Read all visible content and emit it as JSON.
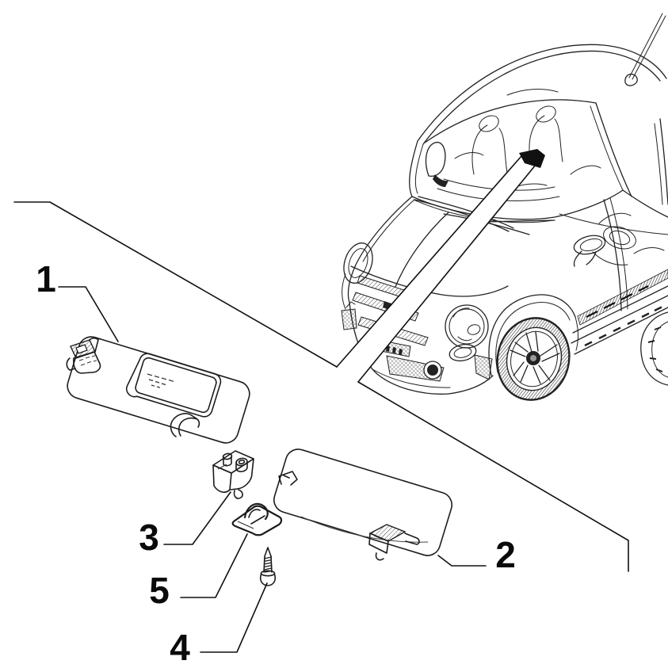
{
  "page": {
    "background_color": "#ffffff",
    "line_color": "#1c1c1c"
  },
  "callouts": {
    "c1": "1",
    "c2": "2",
    "c3": "3",
    "c4": "4",
    "c5": "5"
  }
}
